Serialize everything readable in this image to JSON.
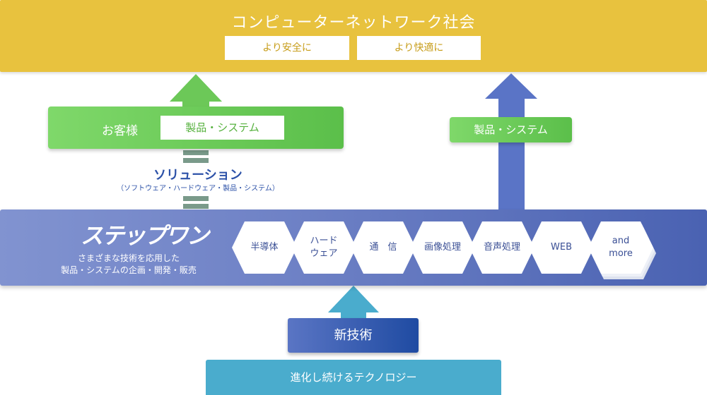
{
  "top": {
    "title": "コンピューターネットワーク社会",
    "box_left": "より安全に",
    "box_right": "より快適に"
  },
  "customer": {
    "label": "お客様",
    "box": "製品・システム"
  },
  "product_tag": "製品・システム",
  "solution": {
    "title": "ソリューション",
    "subtitle": "（ソフトウェア・ハードウェア・製品・システム）"
  },
  "main": {
    "logo": "ステップワン",
    "desc_line1": "さまざまな技術を応用した",
    "desc_line2": "製品・システムの企画・開発・販売",
    "hexes": [
      {
        "line1": "半導体",
        "line2": ""
      },
      {
        "line1": "ハード",
        "line2": "ウェア"
      },
      {
        "line1": "通　信",
        "line2": ""
      },
      {
        "line1": "画像処理",
        "line2": ""
      },
      {
        "line1": "音声処理",
        "line2": ""
      },
      {
        "line1": "WEB",
        "line2": ""
      },
      {
        "line1": "and",
        "line2": "more"
      }
    ]
  },
  "new_tech": "新技術",
  "evolving": "進化し続けるテクノロジー",
  "colors": {
    "top_band": "#e8c23e",
    "green": "#5bbf4a",
    "blue_band": "#4a62b2",
    "navy": "#1f4ba2",
    "teal": "#4aaccd"
  }
}
